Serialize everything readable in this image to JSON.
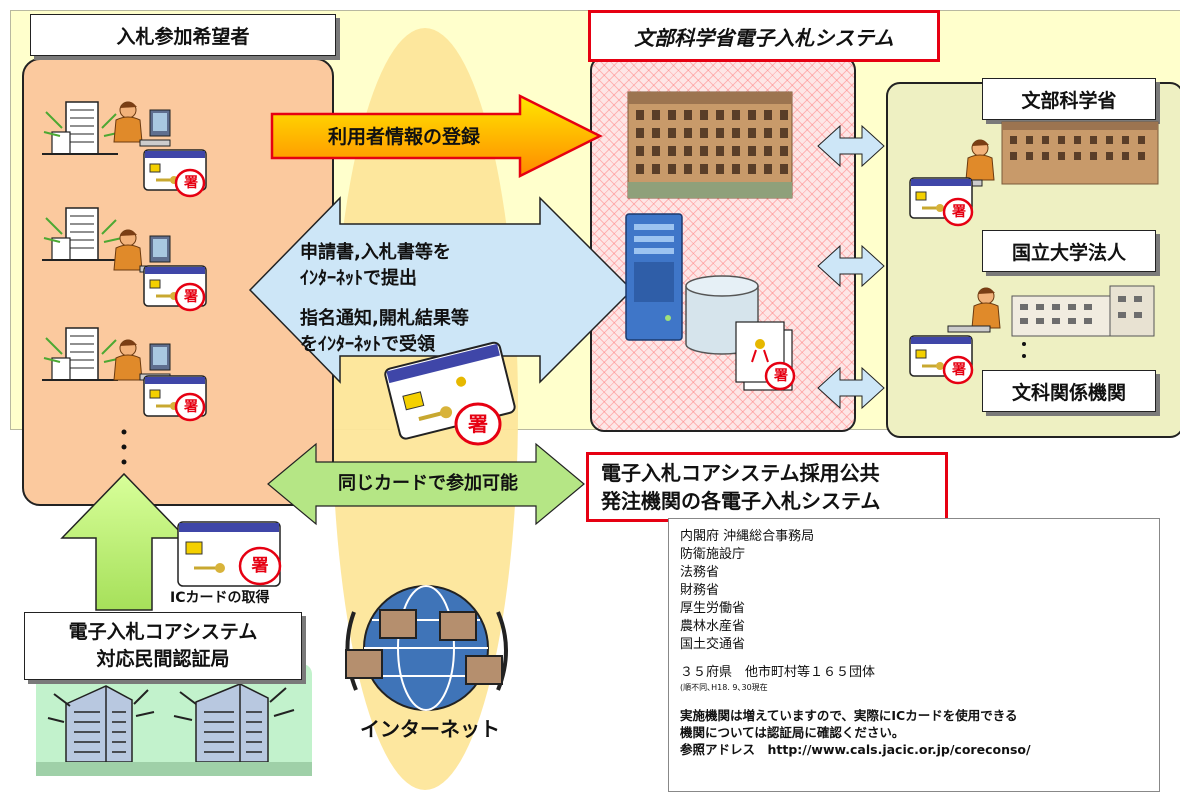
{
  "titles": {
    "applicants": "入札参加希望者",
    "system": "文部科学省電子入札システム",
    "core_systems_line1": "電子入札コアシステム採用公共",
    "core_systems_line2": "発注機関の各電子入札システム",
    "cert_authority_line1": "電子入札コアシステム",
    "cert_authority_line2": "対応民間認証局"
  },
  "arrows": {
    "user_registration": "利用者情報の登録",
    "submit_line1": "申請書,入札書等を",
    "submit_line2": "ｲﾝﾀｰﾈｯﾄで提出",
    "receive_line1": "指名通知,開札結果等",
    "receive_line2": "をｲﾝﾀｰﾈｯﾄで受領",
    "same_card": "同じカードで参加可能"
  },
  "organizations": {
    "mext": "文部科学省",
    "national_universities": "国立大学法人",
    "related": "文科関係機関"
  },
  "labels": {
    "ic_card_acquire": "ICカードの取得",
    "internet": "インターネット",
    "seal_char": "署"
  },
  "agency_list": [
    "内閣府 沖縄総合事務局",
    "防衛施設庁",
    "法務省",
    "財務省",
    "厚生労働省",
    "農林水産省",
    "国土交通省"
  ],
  "municipalities": "３５府県　他市町村等１６５団体",
  "as_of": "(順不同､H18. 9､30現在",
  "notice_line1": "実施機関は増えていますので、実際にICカードを使用できる",
  "notice_line2": "機関については認証局に確認ください。",
  "reference": "参照アドレス　http://www.cals.jacic.or.jp/coreconso/",
  "colors": {
    "red_border": "#e60012",
    "arrow_orange": "#ff9900",
    "arrow_yellow": "#ffd400",
    "arrow_blue": "#cde6f7",
    "arrow_green": "#b5e685"
  }
}
